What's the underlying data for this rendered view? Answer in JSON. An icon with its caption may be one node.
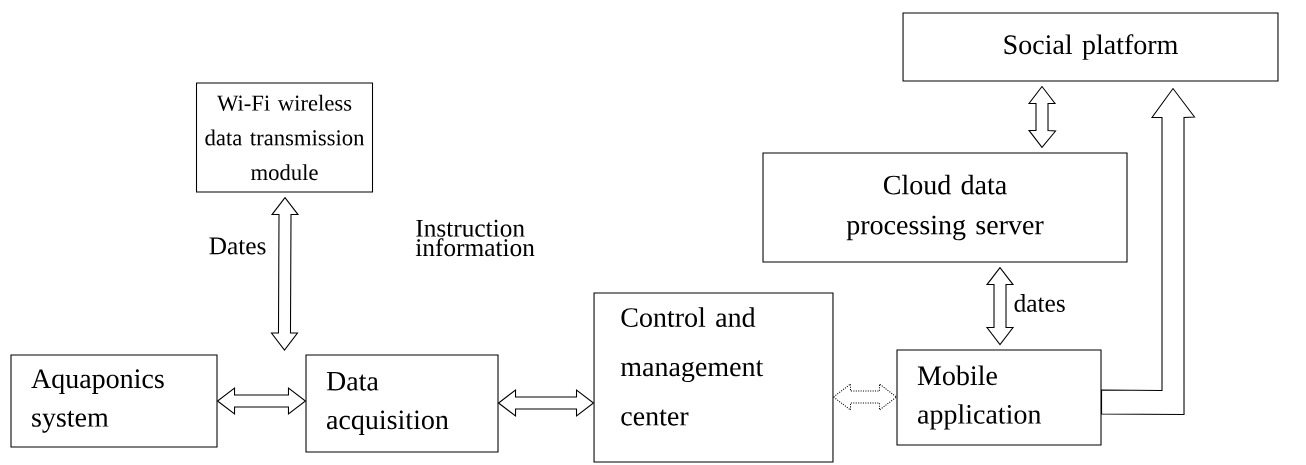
{
  "diagram": {
    "nodes": [
      {
        "text": [
          "Social platform"
        ]
      },
      {
        "text": [
          "Wi-Fi wireless data transmission module"
        ]
      },
      {
        "text": [
          "Cloud data processing server"
        ]
      },
      {
        "text": [
          "Aquaponics system"
        ]
      },
      {
        "text": [
          "Data acquisition"
        ]
      },
      {
        "text": [
          "Control and management center"
        ]
      },
      {
        "text": [
          "Mobile application"
        ]
      }
    ],
    "edges": [
      {
        "from": 3,
        "to": 4,
        "arrow": "both"
      },
      {
        "from": 4,
        "to": 5,
        "arrow": "both"
      },
      {
        "from": 5,
        "to": 6,
        "arrow": "both",
        "style": "dashed"
      },
      {
        "from": 1,
        "to": 4,
        "arrow": "both",
        "label": "Dates"
      },
      {
        "from": 0,
        "to": 2,
        "arrow": "both"
      },
      {
        "from": 2,
        "to": 6,
        "arrow": "both",
        "label": "dates"
      },
      {
        "from": 6,
        "to": 0,
        "arrow": "to"
      }
    ],
    "labels": [
      "Instruction information"
    ]
  }
}
